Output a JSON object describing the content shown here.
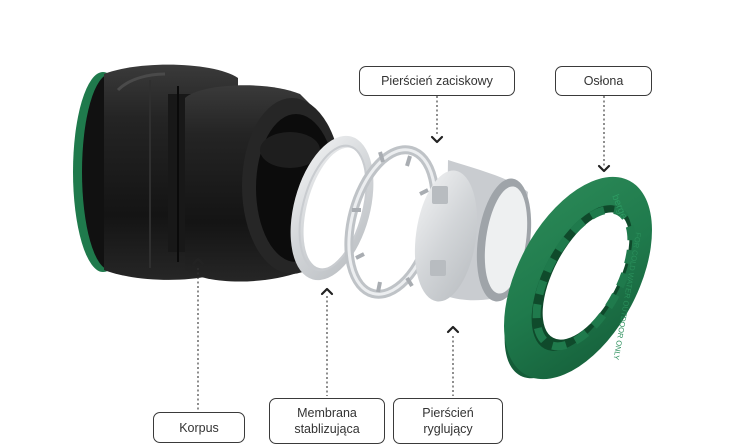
{
  "colors": {
    "body": "#1b1b1b",
    "body_highlight": "#3a3a3a",
    "accent_green": "#1f7a4c",
    "green_dark": "#10512f",
    "ring_silver": "#d7dadc",
    "ring_grey": "#c4c7ca",
    "leader": "#333333"
  },
  "labels": {
    "korpus": "Korpus",
    "membrana_line1": "Membrana",
    "membrana_line2": "stablizująca",
    "pierscien_zaciskowy": "Pierścień zaciskowy",
    "pierscien_ryglujacy_line1": "Pierścień",
    "pierscien_ryglujacy_line2": "ryglujący",
    "oslona": "Osłona"
  },
  "cap_embossed_text": [
    "berge",
    "FOR COLD WATER OUTDOOR ONLY"
  ]
}
